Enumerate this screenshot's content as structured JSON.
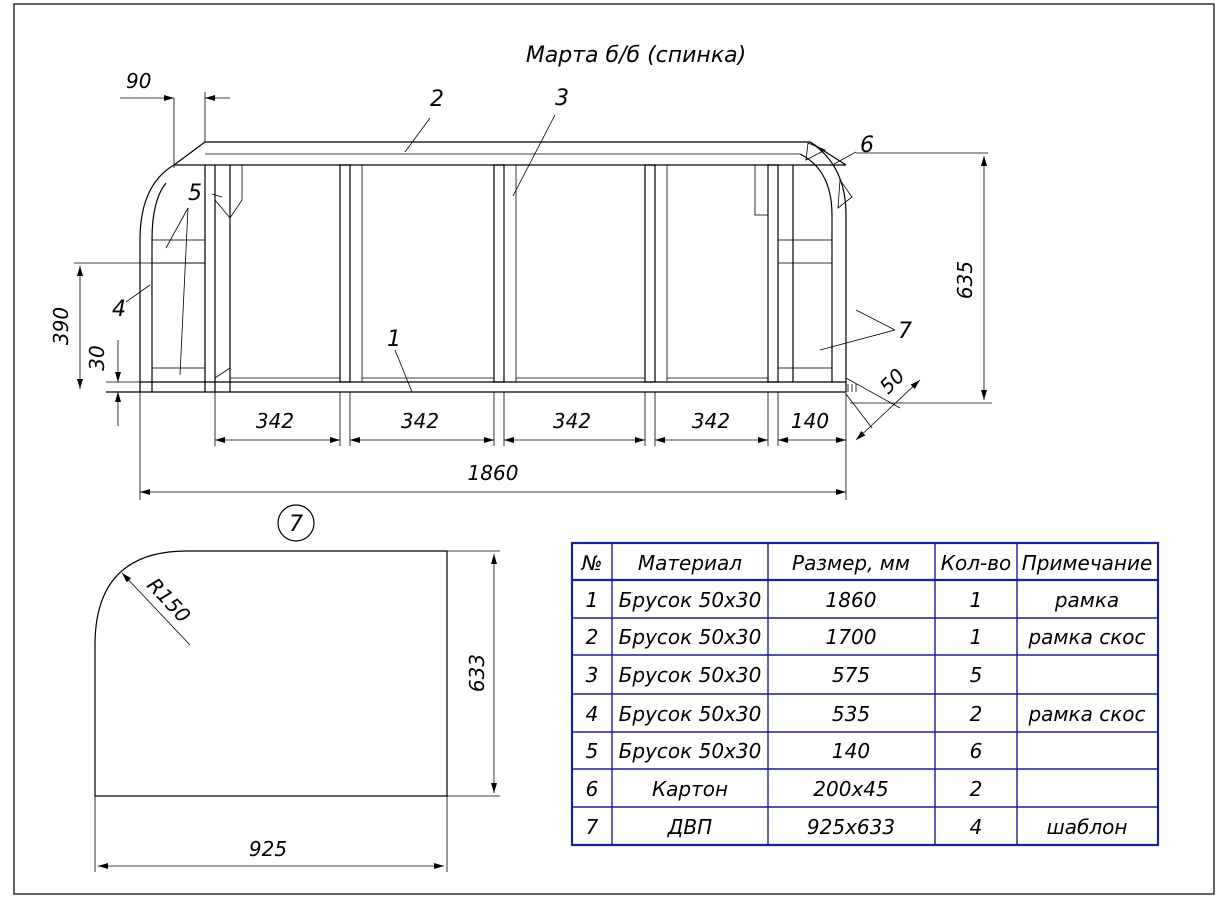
{
  "title": "Марта б/б (спинка)",
  "part_labels": [
    "1",
    "2",
    "3",
    "4",
    "5",
    "5",
    "6",
    "7"
  ],
  "dimensions": {
    "top_offset": "90",
    "height_total": "635",
    "height_left": "390",
    "base_thickness": "30",
    "bevel": "50",
    "bay_1": "342",
    "bay_2": "342",
    "bay_3": "342",
    "bay_4": "342",
    "bay_5": "140",
    "overall_length": "1860"
  },
  "detail": {
    "marker": "7",
    "radius": "R150",
    "height": "633",
    "width": "925"
  },
  "table": {
    "headers": [
      "№",
      "Материал",
      "Размер, мм",
      "Кол-во",
      "Примечание"
    ],
    "rows": [
      [
        "1",
        "Брусок 50х30",
        "1860",
        "1",
        "рамка"
      ],
      [
        "2",
        "Брусок 50х30",
        "1700",
        "1",
        "рамка скос"
      ],
      [
        "3",
        "Брусок 50х30",
        "575",
        "5",
        ""
      ],
      [
        "4",
        "Брусок 50х30",
        "535",
        "2",
        "рамка скос"
      ],
      [
        "5",
        "Брусок 50х30",
        "140",
        "6",
        ""
      ],
      [
        "6",
        "Картон",
        "200х45",
        "2",
        ""
      ],
      [
        "7",
        "ДВП",
        "925х633",
        "4",
        "шаблон"
      ]
    ]
  },
  "colors": {
    "table_border": "#1b1f9a",
    "lines": "#000000"
  }
}
